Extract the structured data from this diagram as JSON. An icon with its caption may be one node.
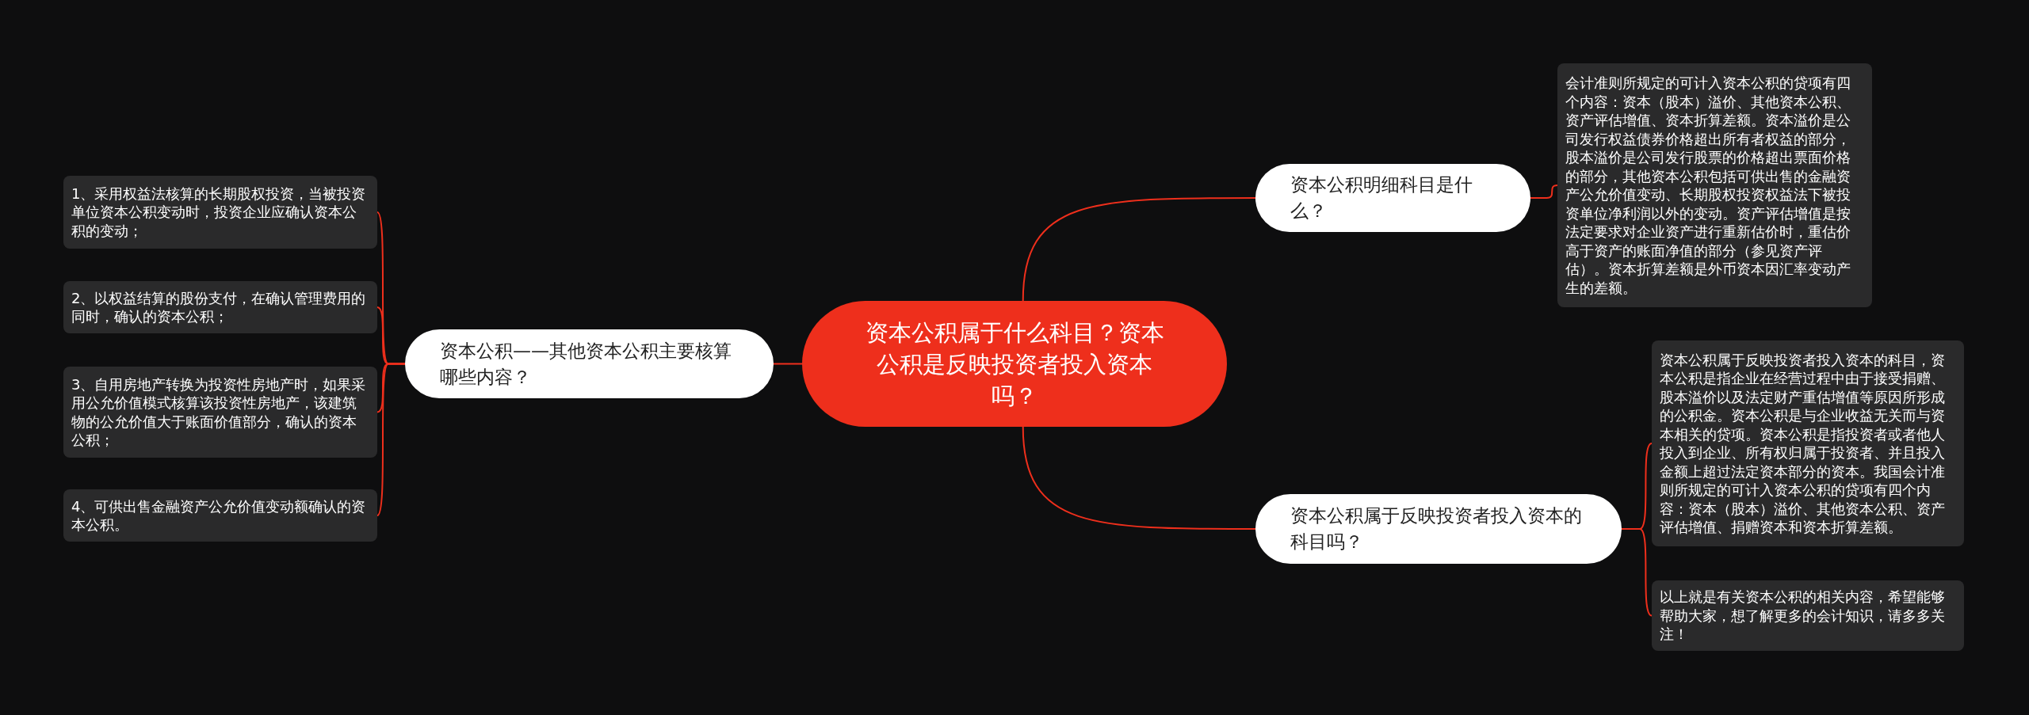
{
  "diagram": {
    "nodes": [
      {
        "text": [
          "资本公积属于什么科目？资本公积是反映投资者投入资本吗？"
        ]
      },
      {
        "text": [
          "资本公积——其他资本公积主要核算哪些内容？"
        ]
      },
      {
        "text": [
          "1、采用权益法核算的长期股权投资，当被投资单位资本公积变动时，投资企业应确认资本公积的变动；"
        ]
      },
      {
        "text": [
          "2、以权益结算的股份支付，在确认管理费用的同时，确认的资本公积；"
        ]
      },
      {
        "text": [
          "3、自用房地产转换为投资性房地产时，如果采用公允价值模式核算该投资性房地产，该建筑物的公允价值大于账面价值部分，确认的资本公积；"
        ]
      },
      {
        "text": [
          "4、可供出售金融资产公允价值变动额确认的资本公积。"
        ]
      },
      {
        "text": [
          "资本公积明细科目是什么？"
        ]
      },
      {
        "text": [
          "会计准则所规定的可计入资本公积的贷项有四个内容：资本（股本）溢价、其他资本公积、资产评估增值、资本折算差额。资本溢价是公司发行权益债券价格超出所有者权益的部分，股本溢价是公司发行股票的价格超出票面价格的部分，其他资本公积包括可供出售的金融资产公允价值变动、长期股权投资权益法下被投资单位净利润以外的变动。资产评估增值是按法定要求对企业资产进行重新估价时，重估价高于资产的账面净值的部分（参见资产评估）。资本折算差额是外币资本因汇率变动产生的差额。"
        ]
      },
      {
        "text": [
          "资本公积属于反映投资者投入资本的科目吗？"
        ]
      },
      {
        "text": [
          "资本公积属于反映投资者投入资本的科目，资本公积是指企业在经营过程中由于接受捐赠、股本溢价以及法定财产重估增值等原因所形成的公积金。资本公积是与企业收益无关而与资本相关的贷项。资本公积是指投资者或者他人投入到企业、所有权归属于投资者、并且投入金额上超过法定资本部分的资本。我国会计准则所规定的可计入资本公积的贷项有四个内容：资本（股本）溢价、其他资本公积、资产评估增值、捐赠资本和资本折算差额。"
        ]
      },
      {
        "text": [
          "以上就是有关资本公积的相关内容，希望能够帮助大家，想了解更多的会计知识，请多多关注！"
        ]
      }
    ],
    "edges": [
      {
        "from": 0,
        "to": 1,
        "arrow": "none"
      },
      {
        "from": 1,
        "to": 2,
        "arrow": "none"
      },
      {
        "from": 1,
        "to": 3,
        "arrow": "none"
      },
      {
        "from": 1,
        "to": 4,
        "arrow": "none"
      },
      {
        "from": 1,
        "to": 5,
        "arrow": "none"
      },
      {
        "from": 0,
        "to": 6,
        "arrow": "none"
      },
      {
        "from": 6,
        "to": 7,
        "arrow": "none"
      },
      {
        "from": 0,
        "to": 8,
        "arrow": "none"
      },
      {
        "from": 8,
        "to": 9,
        "arrow": "none"
      },
      {
        "from": 8,
        "to": 10,
        "arrow": "none"
      }
    ]
  }
}
